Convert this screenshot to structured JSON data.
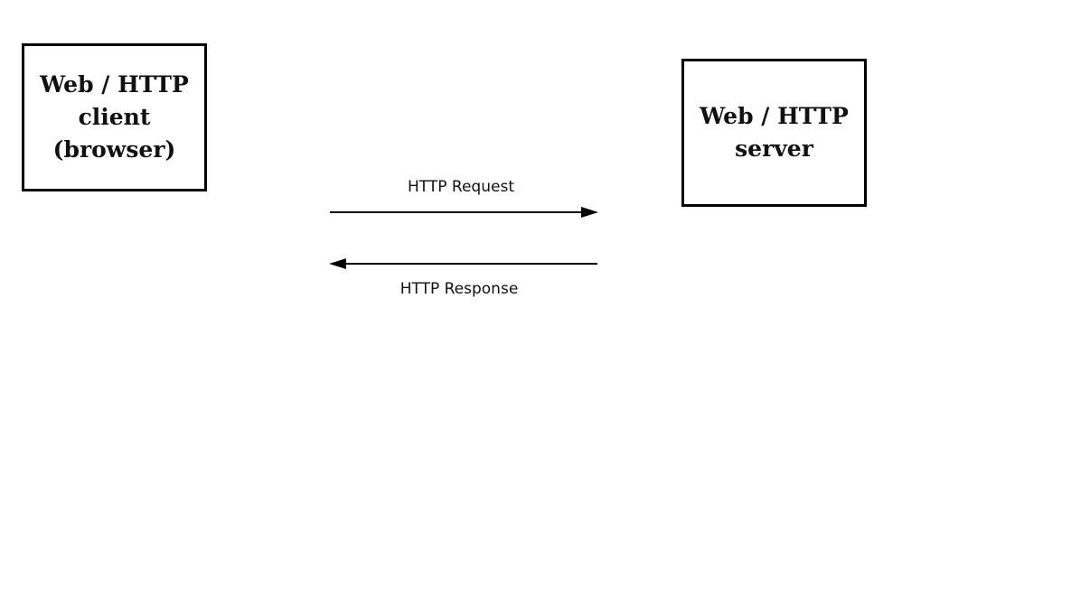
{
  "client": {
    "lines": [
      "Web / HTTP",
      "client",
      "(browser)"
    ]
  },
  "server": {
    "lines": [
      "Web / HTTP",
      "server"
    ]
  },
  "messages": {
    "request": "HTTP Request",
    "response": "HTTP Response"
  },
  "colors": {
    "stroke": "#000000",
    "background": "#ffffff"
  }
}
